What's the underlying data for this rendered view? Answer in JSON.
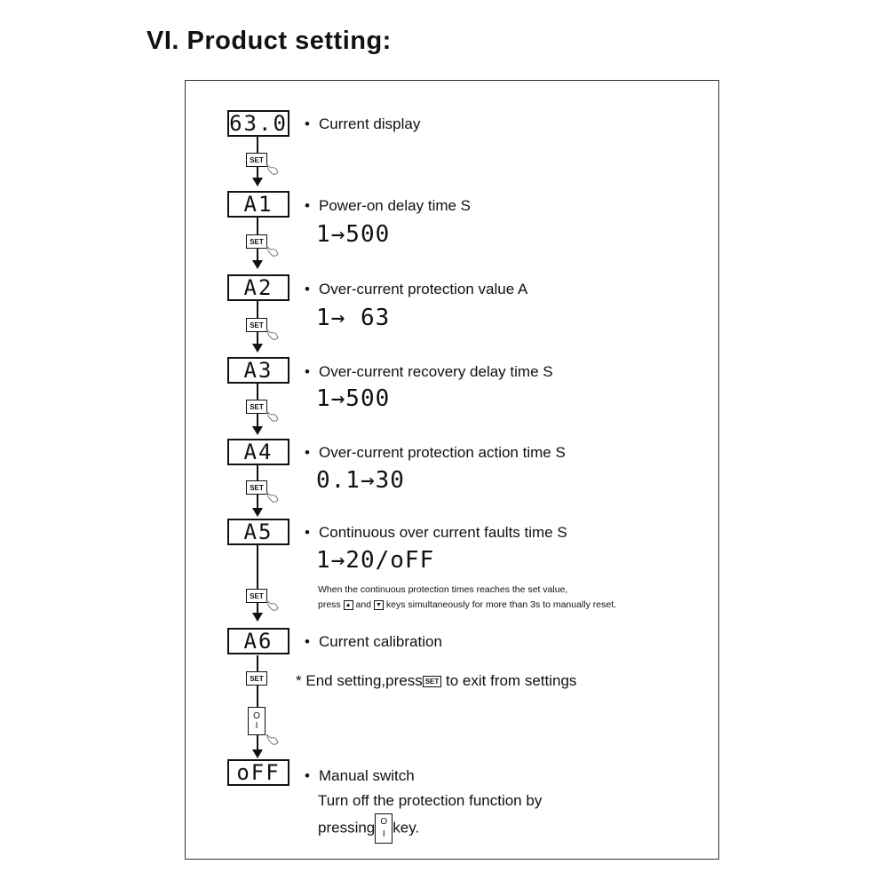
{
  "heading": "VI. Product setting:",
  "set_label": "SET",
  "steps": [
    {
      "display": "63.0",
      "desc": "Current display",
      "range": ""
    },
    {
      "display": "A1",
      "desc": "Power-on delay time S",
      "range": "1→500"
    },
    {
      "display": "A2",
      "desc": "Over-current protection value A",
      "range": "1→ 63"
    },
    {
      "display": "A3",
      "desc": "Over-current recovery delay time S",
      "range": "1→500"
    },
    {
      "display": "A4",
      "desc": "Over-current protection action time S",
      "range": "0.1→30"
    },
    {
      "display": "A5",
      "desc": "Continuous over current faults time S",
      "range": "1→20/oFF"
    },
    {
      "display": "A6",
      "desc": "Current calibration",
      "range": ""
    }
  ],
  "note": {
    "line1": "When the continuous protection times reaches the set value,",
    "line2_pre": "press",
    "up_key": "▲",
    "line2_and": "and",
    "down_key": "▼",
    "line2_post": "keys simultaneously for more than 3s to manually reset."
  },
  "end_setting": {
    "star": "*",
    "pre": "End setting,press",
    "key": "SET",
    "post": "to exit from settings"
  },
  "oi_key": {
    "top": "O",
    "bottom": "I"
  },
  "final": {
    "display": "oFF",
    "line1": "Manual switch",
    "line2": "Turn off the protection function by",
    "line3_pre": "pressing",
    "line3_post": "key."
  },
  "bullet": "•"
}
